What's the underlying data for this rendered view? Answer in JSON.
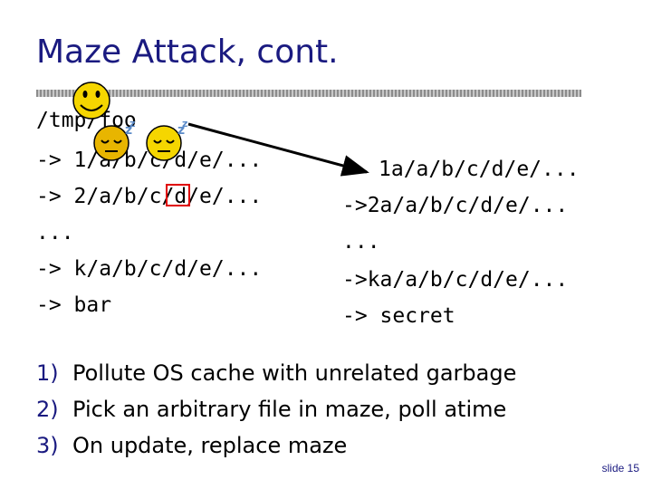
{
  "slide": {
    "title": "Maze Attack, cont.",
    "slide_number": "slide 15"
  },
  "left_code": [
    "/tmp/foo",
    "-> 1/a/b/c/d/e/...",
    "-> 2/a/b/c/d/e/...",
    "...",
    "-> k/a/b/c/d/e/...",
    "-> bar"
  ],
  "right_code": [
    "1a/a/b/c/d/e/...",
    "->2a/a/b/c/d/e/...",
    "...",
    "->ka/a/b/c/d/e/...",
    "-> secret"
  ],
  "steps": [
    {
      "number": "1)",
      "text": "Pollute OS cache with unrelated garbage"
    },
    {
      "number": "2)",
      "text": "Pick an arbitrary file in maze, poll atime"
    },
    {
      "number": "3)",
      "text": "On update, replace maze"
    }
  ],
  "icons": [
    "smiley-awake-icon",
    "smiley-sleeping-icon",
    "smiley-sleeping-icon",
    "arrow-icon",
    "highlight-box"
  ],
  "colors": {
    "title": "#1a1a80",
    "highlight": "#e00000",
    "smiley": "#f5d600"
  }
}
